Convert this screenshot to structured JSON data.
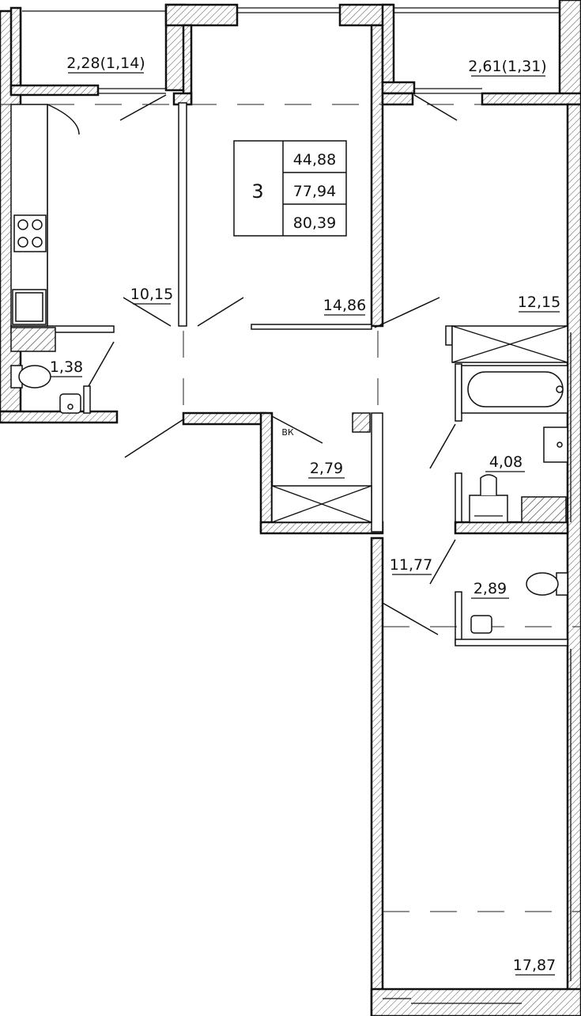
{
  "summary": {
    "rooms_count": "3",
    "living_area": "44,88",
    "total_area": "77,94",
    "total_area_with_balconies": "80,39"
  },
  "rooms": {
    "balcony_left": "2,28(1,14)",
    "balcony_right": "2,61(1,31)",
    "kitchen": "10,15",
    "bedroom_center": "14,86",
    "bedroom_right": "12,15",
    "wc_small": "1,38",
    "storage": "2,79",
    "storage_tag": "ВК",
    "bathroom": "4,08",
    "hallway": "11,77",
    "wc_right": "2,89",
    "living_room": "17,87"
  }
}
